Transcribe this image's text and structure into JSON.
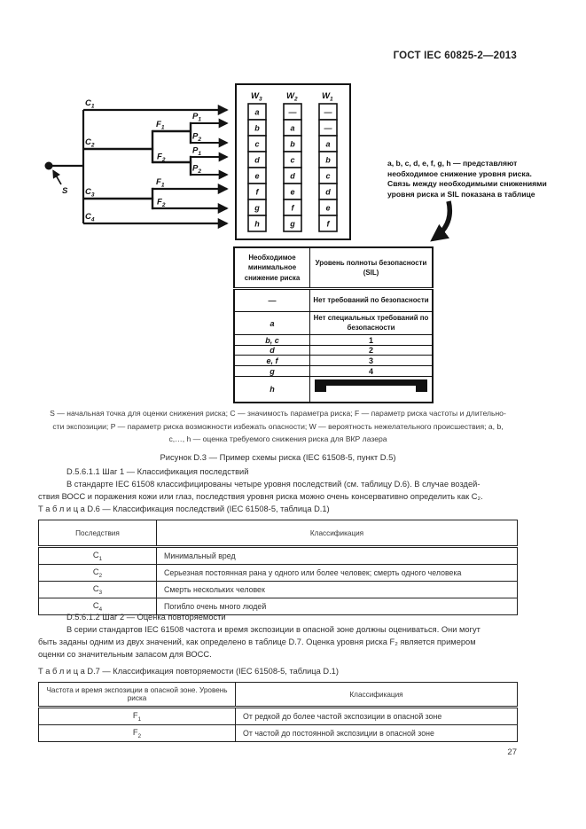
{
  "page": {
    "header": "ГОСТ IEC 60825-2—2013",
    "number": "27"
  },
  "figure": {
    "diagram": {
      "s": "S",
      "c1": {
        "base": "C",
        "sub": "1"
      },
      "c2": {
        "base": "C",
        "sub": "2"
      },
      "c3": {
        "base": "C",
        "sub": "3"
      },
      "c4": {
        "base": "C",
        "sub": "4"
      },
      "f1": {
        "base": "F",
        "sub": "1"
      },
      "f2": {
        "base": "F",
        "sub": "2"
      },
      "p1": {
        "base": "P",
        "sub": "1"
      },
      "p2": {
        "base": "P",
        "sub": "2"
      },
      "w_columns": [
        {
          "label": {
            "base": "W",
            "sub": "3"
          },
          "cells": [
            "a",
            "b",
            "c",
            "d",
            "e",
            "f",
            "g",
            "h"
          ]
        },
        {
          "label": {
            "base": "W",
            "sub": "2"
          },
          "cells": [
            "—",
            "a",
            "b",
            "c",
            "d",
            "e",
            "f",
            "g"
          ]
        },
        {
          "label": {
            "base": "W",
            "sub": "1"
          },
          "cells": [
            "—",
            "—",
            "a",
            "b",
            "c",
            "d",
            "e",
            "f"
          ]
        }
      ]
    },
    "annotation_lines": [
      "a, b, c, d, e, f, g, h — представляют",
      "необходимое снижение уровня риска.",
      "Связь между необходимыми снижениями",
      "уровня риска и SIL показана в таблице"
    ],
    "sil_table": {
      "col1_header": "Необходимое минимальное снижение риска",
      "col2_header": "Уровень полноты безопасности (SIL)",
      "rows": [
        {
          "level": "—",
          "sil": "Нет требований по безопасности"
        },
        {
          "level": "a",
          "sil": "Нет специальных требований по безопасности"
        },
        {
          "level": "b, c",
          "sil": "1"
        },
        {
          "level": "d",
          "sil": "2"
        },
        {
          "level": "e, f",
          "sil": "3"
        },
        {
          "level": "g",
          "sil": "4"
        },
        {
          "level": "h",
          "sil_symbol": "black-bar"
        }
      ]
    },
    "legend_lines": [
      "S — начальная точка для оценки снижения риска; C — значимость параметра риска; F — параметр риска частоты и длительно-",
      "сти экспозиции; P — параметр риска возможности избежать опасности; W — вероятность нежелательного происшествия; a, b,",
      "c,…, h — оценка требуемого снижения риска для ВКР лазера"
    ],
    "title": "Рисунок D.3 — Пример схемы риска (IEC 61508-5, пункт D.5)"
  },
  "section1": {
    "heading": "D.5.6.1.1 Шаг 1 — Классификация последствий",
    "para_lines": [
      "В стандарте IEC 61508 классифицированы четыре уровня последствий (см. таблицу D.6). В случае воздей-",
      "ствия ВОСС и поражения кожи или глаз, последствия уровня риска можно очень консервативно определить как C₂."
    ],
    "table_label": "Т а б л и ц а  D.6 — Классификация последствий (IEC 61508-5, таблица D.1)"
  },
  "table_d6": {
    "headers": [
      "Последствия",
      "Классификация"
    ],
    "rows": [
      {
        "c": {
          "base": "C",
          "sub": "1"
        },
        "text": "Минимальный вред"
      },
      {
        "c": {
          "base": "C",
          "sub": "2"
        },
        "text": "Серьезная постоянная рана у одного или более человек; смерть одного человека"
      },
      {
        "c": {
          "base": "C",
          "sub": "3"
        },
        "text": "Смерть нескольких человек"
      },
      {
        "c": {
          "base": "C",
          "sub": "4"
        },
        "text": "Погибло очень много людей"
      }
    ]
  },
  "section2": {
    "heading": "D.5.6.1.2 Шаг 2 — Оценка повторяемости",
    "para_lines": [
      "В серии стандартов IEC 61508 частота и время экспозиции в опасной зоне должны оцениваться. Они могут",
      "быть заданы одним из двух значений, как определено в таблице D.7. Оценка уровня риска F₂ является примером",
      "оценки со значительным запасом для ВОСС."
    ],
    "table_label": "Т а б л и ц а  D.7 — Классификация повторяемости (IEC 61508-5, таблица D.1)"
  },
  "table_d7": {
    "headers": [
      "Частота и время экспозиции в опасной зоне. Уровень риска",
      "Классификация"
    ],
    "rows": [
      {
        "f": {
          "base": "F",
          "sub": "1"
        },
        "text": "От редкой до более частой экспозиции в опасной зоне"
      },
      {
        "f": {
          "base": "F",
          "sub": "2"
        },
        "text": "От частой до постоянной экспозиции в опасной зоне"
      }
    ]
  }
}
